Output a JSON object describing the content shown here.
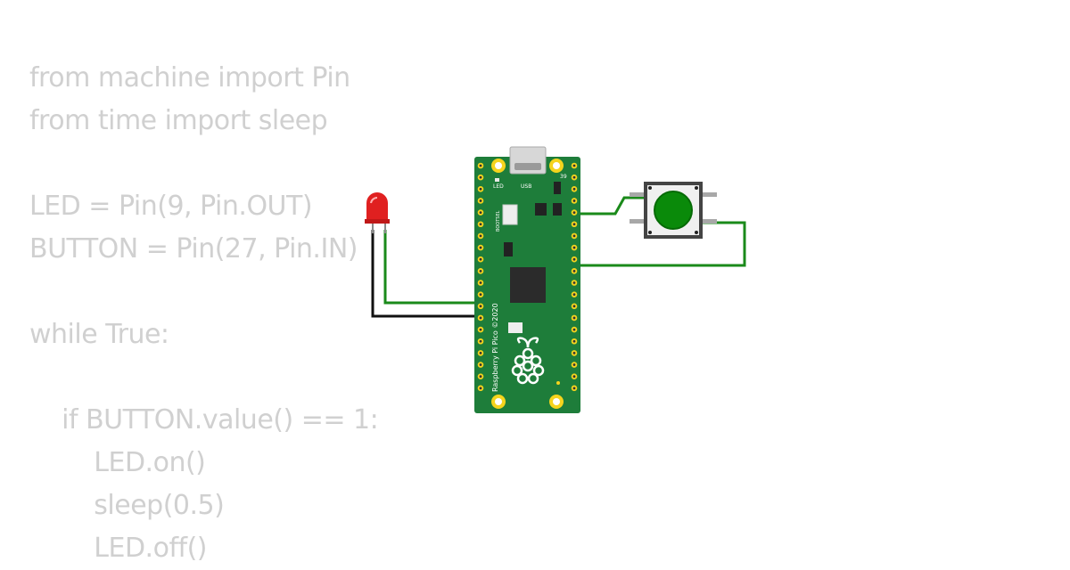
{
  "code": {
    "lines": [
      "from machine import Pin",
      "from time import sleep",
      "",
      "LED = Pin(9, Pin.OUT)",
      "BUTTON = Pin(27, Pin.IN)",
      "",
      "while True:",
      "",
      "    if BUTTON.value() == 1:",
      "        LED.on()",
      "        sleep(0.5)",
      "        LED.off()"
    ]
  },
  "board": {
    "name": "Raspberry Pi Pico",
    "silkscreen": "Raspberry Pi Pico ©2020",
    "usb_label": "USB",
    "led_label": "LED",
    "bootsel_label": "BOOTSEL",
    "pin_number_label": "39"
  },
  "colors": {
    "code_text": "#d0d0d0",
    "board_green": "#1e7d3a",
    "wire_green": "#1a8a1a",
    "wire_black": "#111111",
    "led_red": "#e02020",
    "button_green": "#0a8a0a"
  }
}
